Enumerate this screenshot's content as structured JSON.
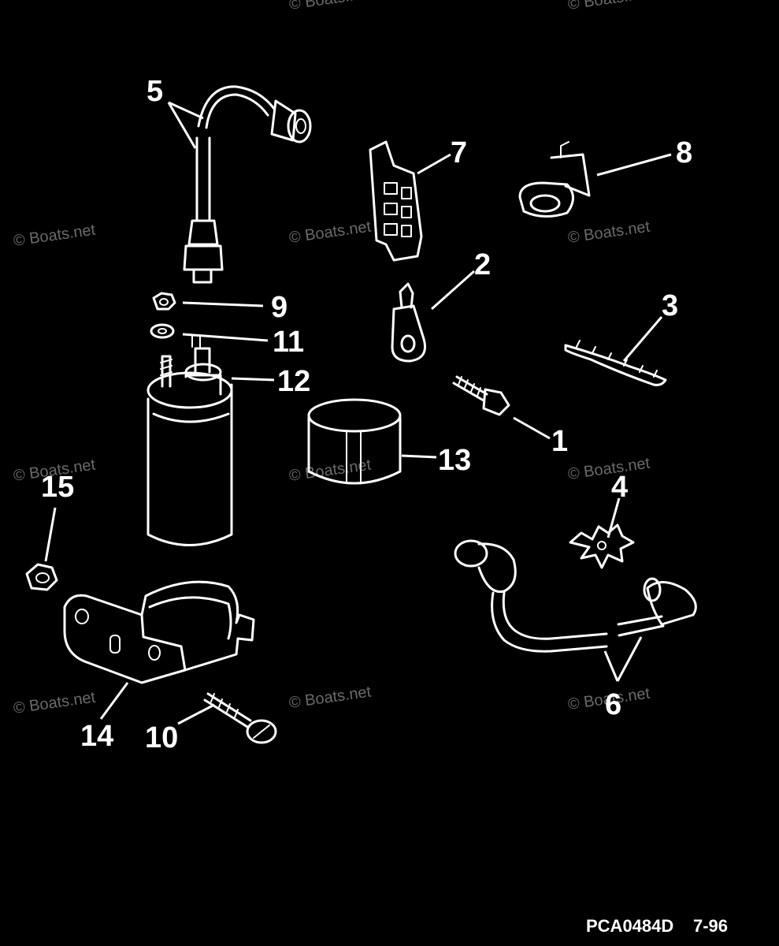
{
  "watermark": "© Boats.net",
  "footer": {
    "code": "PCA0484D",
    "date": "7-96"
  },
  "callouts": {
    "c1": "1",
    "c2": "2",
    "c3": "3",
    "c4": "4",
    "c5": "5",
    "c6": "6",
    "c7": "7",
    "c8": "8",
    "c9": "9",
    "c10": "10",
    "c11": "11",
    "c12": "12",
    "c13": "13",
    "c14": "14",
    "c15": "15"
  }
}
